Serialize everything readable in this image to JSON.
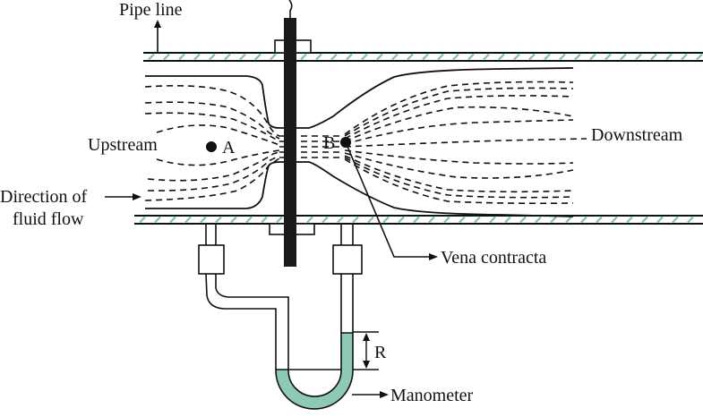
{
  "diagram": {
    "title": "Orifice meter with manometer",
    "labels": {
      "pipe_line": "Pipe line",
      "upstream": "Upstream",
      "point_a": "A",
      "point_b": "B",
      "downstream": "Downstream",
      "direction_line1": "Direction of",
      "direction_line2": "fluid flow",
      "vena_contracta": "Vena contracta",
      "reading": "R",
      "manometer": "Manometer"
    },
    "colors": {
      "hatch": "#7cc3a9",
      "manometer_fluid": "#8ec9b4",
      "line": "#111111",
      "orifice_plate": "#1a1a1a"
    }
  }
}
